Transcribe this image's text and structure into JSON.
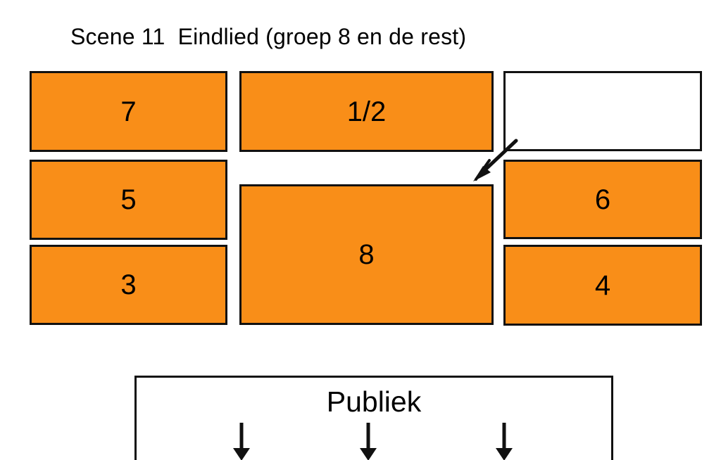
{
  "slide": {
    "title": "Scene 11  Eindlied (groep 8 en de rest)",
    "background_color": "#FFFFFF",
    "fill_color": "#F98E18",
    "outline_color": "#111111"
  },
  "stage": {
    "columns": {
      "left": [
        {
          "label": "7",
          "filled": true
        },
        {
          "label": "5",
          "filled": true
        },
        {
          "label": "3",
          "filled": true
        }
      ],
      "middle": [
        {
          "label": "1/2",
          "filled": true
        },
        {
          "label": "8",
          "filled": true
        }
      ],
      "right": [
        {
          "label": "",
          "filled": false
        },
        {
          "label": "6",
          "filled": true
        },
        {
          "label": "4",
          "filled": true
        }
      ]
    },
    "arrow": {
      "name": "entry-arrow",
      "direction": "down-left"
    }
  },
  "audience": {
    "label": "Publiek",
    "arrows": [
      {
        "direction": "down"
      },
      {
        "direction": "down"
      },
      {
        "direction": "down"
      }
    ]
  }
}
